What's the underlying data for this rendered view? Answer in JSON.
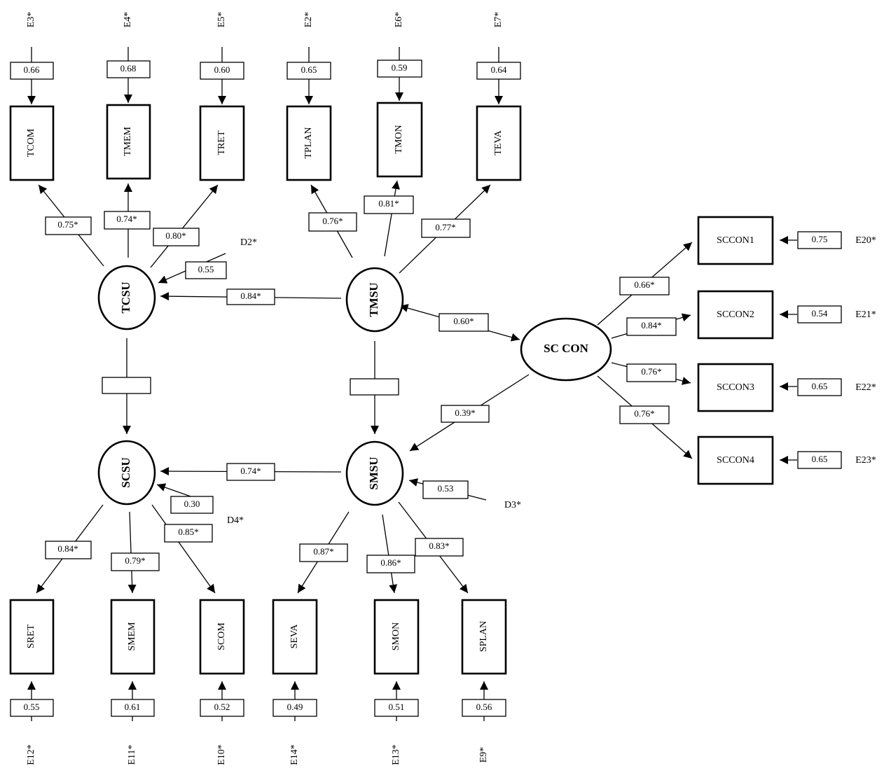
{
  "latents": {
    "tcsu": "TCSU",
    "tmsu": "TMSU",
    "sccon": "SC CON",
    "scsu": "SCSU",
    "smsu": "SMSU"
  },
  "observed": {
    "tcom": "TCOM",
    "tmem": "TMEM",
    "tret": "TRET",
    "tplan": "TPLAN",
    "tmon": "TMON",
    "teva": "TEVA",
    "sccon1": "SCCON1",
    "sccon2": "SCCON2",
    "sccon3": "SCCON3",
    "sccon4": "SCCON4",
    "sret": "SRET",
    "smem": "SMEM",
    "scom": "SCOM",
    "seva": "SEVA",
    "smon": "SMON",
    "splan": "SPLAN"
  },
  "errors": {
    "e3": "E3*",
    "e4": "E4*",
    "e5": "E5*",
    "e2": "E2*",
    "e6": "E6*",
    "e7": "E7*",
    "e20": "E20*",
    "e21": "E21*",
    "e22": "E22*",
    "e23": "E23*",
    "e12": "E12*",
    "e11": "E11*",
    "e10": "E10*",
    "e14": "E14*",
    "e13": "E13*",
    "e9": "E9*",
    "d2": "D2*",
    "d3": "D3*",
    "d4": "D4*"
  },
  "error_values": {
    "e3": "0.66",
    "e4": "0.68",
    "e5": "0.60",
    "e2": "0.65",
    "e6": "0.59",
    "e7": "0.64",
    "e20": "0.75",
    "e21": "0.54",
    "e22": "0.65",
    "e23": "0.65",
    "e12": "0.55",
    "e11": "0.61",
    "e10": "0.52",
    "e14": "0.49",
    "e13": "0.51",
    "e9": "0.56",
    "d2": "0.55",
    "d3": "0.53",
    "d4": "0.30"
  },
  "loadings": {
    "tcsu_tcom": "0.75*",
    "tcsu_tmem": "0.74*",
    "tcsu_tret": "0.80*",
    "tmsu_tplan": "0.76*",
    "tmsu_tmon": "0.81*",
    "tmsu_teva": "0.77*",
    "sccon_1": "0.66*",
    "sccon_2": "0.84*",
    "sccon_3": "0.76*",
    "sccon_4": "0.76*",
    "scsu_sret": "0.84*",
    "scsu_smem": "0.79*",
    "scsu_scom": "0.85*",
    "smsu_seva": "0.87*",
    "smsu_smon": "0.86*",
    "smsu_splan": "0.83*"
  },
  "paths": {
    "tmsu_tcsu": "0.84*",
    "tmsu_sccon": "0.60*",
    "sccon_smsu": "0.39*",
    "smsu_scsu": "0.74*",
    "tcsu_scsu": "",
    "tmsu_smsu": ""
  }
}
